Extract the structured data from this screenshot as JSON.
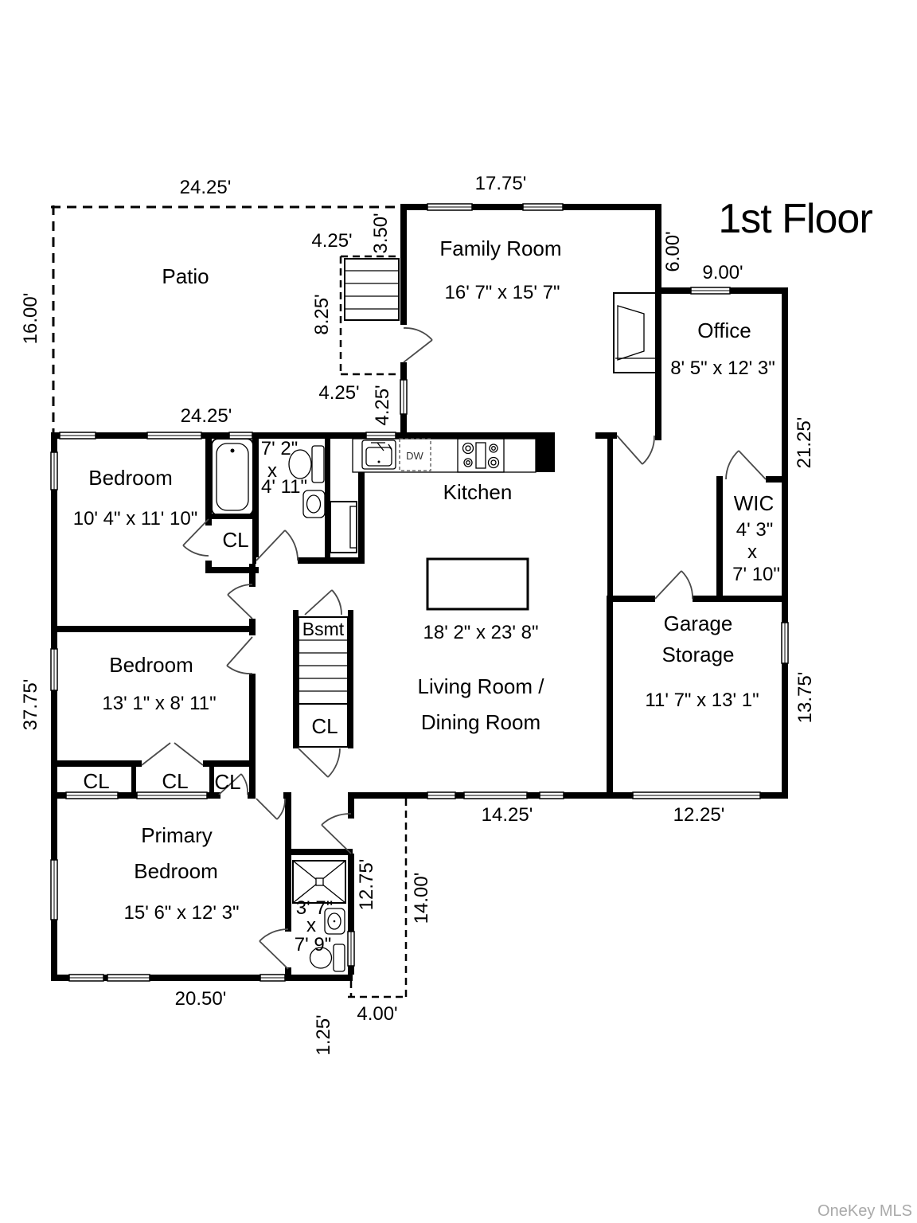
{
  "title": "1st Floor",
  "watermark": "OneKey MLS",
  "colors": {
    "wall": "#000000",
    "text": "#000000",
    "watermark": "#a9a9a9",
    "background": "#ffffff"
  },
  "rooms": {
    "patio": {
      "name": "Patio"
    },
    "family_room": {
      "name": "Family Room",
      "dims": "16' 7\" x 15' 7\""
    },
    "office": {
      "name": "Office",
      "dims": "8' 5\" x 12' 3\""
    },
    "bedroom1": {
      "name": "Bedroom",
      "dims": "10' 4\" x 11' 10\""
    },
    "bath1": {
      "w": "7' 2\"",
      "x": "x",
      "h": "4' 11\""
    },
    "kitchen": {
      "name": "Kitchen",
      "dishwasher": "DW"
    },
    "living_dining": {
      "name_line1": "Living Room /",
      "name_line2": "Dining Room",
      "dims": "18' 2\" x 23' 8\""
    },
    "wic": {
      "name": "WIC",
      "w": "4' 3\"",
      "x": "x",
      "h": "7' 10\""
    },
    "garage_storage": {
      "name_line1": "Garage",
      "name_line2": "Storage",
      "dims": "11' 7\" x 13' 1\""
    },
    "bedroom2": {
      "name": "Bedroom",
      "dims": "13' 1\" x 8' 11\""
    },
    "primary_bedroom": {
      "name_line1": "Primary",
      "name_line2": "Bedroom",
      "dims": "15' 6\" x 12' 3\""
    },
    "bath2": {
      "w": "3' 7\"",
      "x": "x",
      "h": "7' 9\""
    },
    "basement_stairs": {
      "label": "Bsmt",
      "closet": "CL"
    },
    "closets": {
      "bath_hall": "CL",
      "row1": "CL",
      "row2": "CL",
      "row3": "CL"
    }
  },
  "dimensions": {
    "patio_top": "24.25'",
    "patio_left": "16.00'",
    "patio_bottom": "24.25'",
    "family_top": "17.75'",
    "family_right": "6.00'",
    "stairs_width": "4.25'",
    "stairs_landing": "3.50'",
    "stairs_height": "8.25'",
    "entry_width": "4.25'",
    "entry_height": "4.25'",
    "office_top": "9.00'",
    "right_side": "21.25'",
    "left_side": "37.75'",
    "garage_right": "13.75'",
    "garage_bottom": "12.25'",
    "living_bottom": "14.25'",
    "hall_right": "12.75'",
    "porch_right": "14.00'",
    "primary_bottom": "20.50'",
    "porch_step": "1.25'",
    "porch_bottom": "4.00'"
  }
}
